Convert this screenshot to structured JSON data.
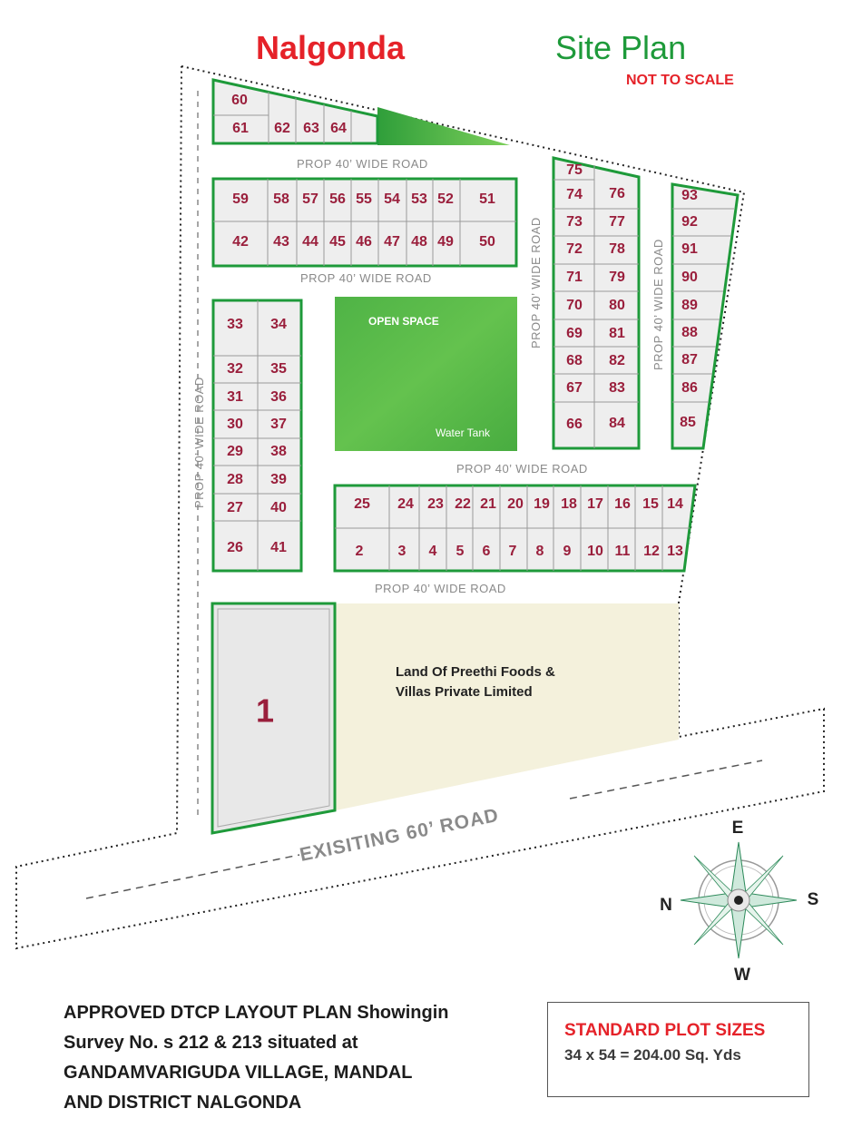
{
  "header": {
    "city": "Nalgonda",
    "plan": "Site Plan",
    "scale_note": "NOT TO SCALE"
  },
  "colors": {
    "plot_border": "#1e9a3a",
    "plot_fill": "#eeeeee",
    "plot_number": "#9a1f3c",
    "open_space": "#55b84a",
    "land_fill": "#f4f1dc",
    "title_red": "#e52229",
    "title_green": "#1e9a3a"
  },
  "plots": {
    "p60": "60",
    "p61": "61",
    "p62": "62",
    "p63": "63",
    "p64": "64",
    "p59": "59",
    "p58": "58",
    "p57": "57",
    "p56": "56",
    "p55": "55",
    "p54": "54",
    "p53": "53",
    "p52": "52",
    "p51": "51",
    "p42": "42",
    "p43": "43",
    "p44": "44",
    "p45": "45",
    "p46": "46",
    "p47": "47",
    "p48": "48",
    "p49": "49",
    "p50": "50",
    "p33": "33",
    "p34": "34",
    "p32": "32",
    "p35": "35",
    "p31": "31",
    "p36": "36",
    "p30": "30",
    "p37": "37",
    "p29": "29",
    "p38": "38",
    "p28": "28",
    "p39": "39",
    "p27": "27",
    "p40": "40",
    "p26": "26",
    "p41": "41",
    "p75": "75",
    "p74": "74",
    "p76": "76",
    "p73": "73",
    "p77": "77",
    "p72": "72",
    "p78": "78",
    "p71": "71",
    "p79": "79",
    "p70": "70",
    "p80": "80",
    "p69": "69",
    "p81": "81",
    "p68": "68",
    "p82": "82",
    "p67": "67",
    "p83": "83",
    "p66": "66",
    "p84": "84",
    "p93": "93",
    "p92": "92",
    "p91": "91",
    "p90": "90",
    "p89": "89",
    "p88": "88",
    "p87": "87",
    "p86": "86",
    "p85": "85",
    "p25": "25",
    "p24": "24",
    "p23": "23",
    "p22": "22",
    "p21": "21",
    "p20": "20",
    "p19": "19",
    "p18": "18",
    "p17": "17",
    "p16": "16",
    "p15": "15",
    "p14": "14",
    "p2": "2",
    "p3": "3",
    "p4": "4",
    "p5": "5",
    "p6": "6",
    "p7": "7",
    "p8": "8",
    "p9": "9",
    "p10": "10",
    "p11": "11",
    "p12": "12",
    "p13": "13",
    "p1": "1"
  },
  "roads": {
    "prop_40": "PROP 40’ WIDE ROAD",
    "existing_60": "EXISITING 60’  ROAD"
  },
  "open_space": {
    "label": "OPEN SPACE",
    "water_tank": "Water Tank"
  },
  "land": {
    "line1": "Land Of Preethi Foods &",
    "line2": "Villas Private Limited"
  },
  "compass": {
    "e": "E",
    "n": "N",
    "s": "S",
    "w": "W"
  },
  "approved": {
    "line1": "APPROVED DTCP LAYOUT PLAN Showingin",
    "line2": "Survey No. s 212 & 213 situated at",
    "line3": "GANDAMVARIGUDA VILLAGE, MANDAL",
    "line4": "AND DISTRICT NALGONDA"
  },
  "standard_sizes": {
    "title": "STANDARD PLOT SIZES",
    "value": "34 x 54 = 204.00 Sq. Yds"
  }
}
